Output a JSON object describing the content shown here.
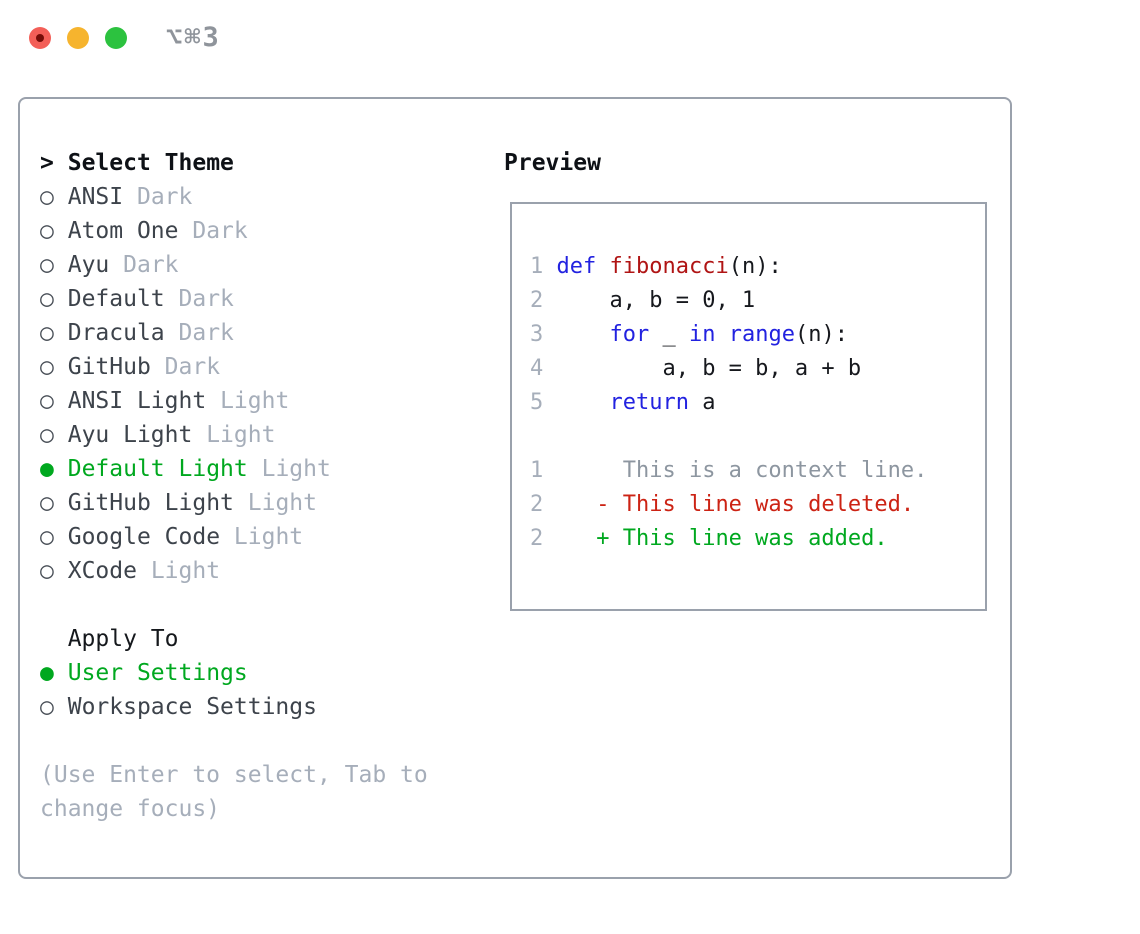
{
  "titlebar": {
    "title": "⌥⌘3",
    "buttons": [
      "close",
      "minimize",
      "zoom"
    ]
  },
  "glyphs": {
    "prompt": ">",
    "selected_bullet": "●",
    "unselected_bullet": "○"
  },
  "colors": {
    "accent_green": "#00a81f",
    "deleted_red": "#cc2314",
    "keyword_blue": "#2222e0",
    "function_darkred": "#b01414",
    "dim_gray": "#a6aeba",
    "context_gray": "#8d96a0",
    "border_gray": "#9aa1ac",
    "traffic_red": "#f35f58",
    "traffic_yellow": "#f6b42e",
    "traffic_green": "#2cc23f"
  },
  "theme_selector": {
    "title": "Select Theme",
    "items": [
      {
        "label": "ANSI",
        "tag": "Dark",
        "selected": false
      },
      {
        "label": "Atom One",
        "tag": "Dark",
        "selected": false
      },
      {
        "label": "Ayu",
        "tag": "Dark",
        "selected": false
      },
      {
        "label": "Default",
        "tag": "Dark",
        "selected": false
      },
      {
        "label": "Dracula",
        "tag": "Dark",
        "selected": false
      },
      {
        "label": "GitHub",
        "tag": "Dark",
        "selected": false
      },
      {
        "label": "ANSI Light",
        "tag": "Light",
        "selected": false
      },
      {
        "label": "Ayu Light",
        "tag": "Light",
        "selected": false
      },
      {
        "label": "Default Light",
        "tag": "Light",
        "selected": true
      },
      {
        "label": "GitHub Light",
        "tag": "Light",
        "selected": false
      },
      {
        "label": "Google Code",
        "tag": "Light",
        "selected": false
      },
      {
        "label": "XCode",
        "tag": "Light",
        "selected": false
      }
    ]
  },
  "apply_to": {
    "title": "Apply To",
    "options": [
      {
        "label": "User Settings",
        "selected": true
      },
      {
        "label": "Workspace Settings",
        "selected": false
      }
    ]
  },
  "hint": "(Use Enter to select, Tab to change focus)",
  "preview": {
    "title": "Preview",
    "code_lines": [
      {
        "num": "1",
        "tokens": [
          {
            "t": "def",
            "c": "kw"
          },
          {
            "t": " "
          },
          {
            "t": "fibonacci",
            "c": "fn"
          },
          {
            "t": "(n):"
          }
        ]
      },
      {
        "num": "2",
        "tokens": [
          {
            "t": "    a, b = 0, 1"
          }
        ]
      },
      {
        "num": "3",
        "tokens": [
          {
            "t": "    "
          },
          {
            "t": "for",
            "c": "kw"
          },
          {
            "t": " _ "
          },
          {
            "t": "in",
            "c": "kw"
          },
          {
            "t": " "
          },
          {
            "t": "range",
            "c": "kw"
          },
          {
            "t": "(n):"
          }
        ]
      },
      {
        "num": "4",
        "tokens": [
          {
            "t": "        a, b = b, a + b"
          }
        ]
      },
      {
        "num": "5",
        "tokens": [
          {
            "t": "    "
          },
          {
            "t": "return",
            "c": "kw"
          },
          {
            "t": " a"
          }
        ]
      }
    ],
    "diff_lines": [
      {
        "num": "1",
        "marker": " ",
        "kind": "context",
        "text": "This is a context line."
      },
      {
        "num": "2",
        "marker": "-",
        "kind": "deleted",
        "text": "This line was deleted."
      },
      {
        "num": "2",
        "marker": "+",
        "kind": "added",
        "text": "This line was added."
      }
    ]
  }
}
